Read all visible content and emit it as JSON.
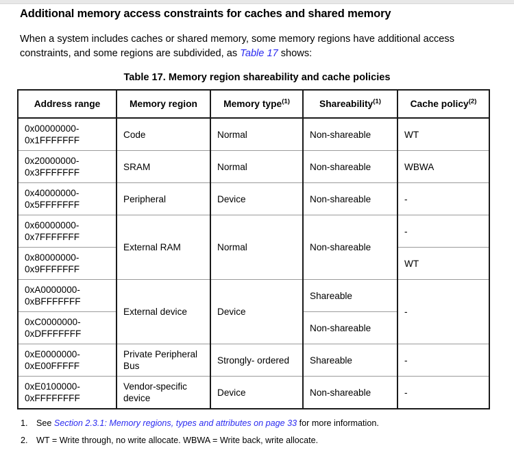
{
  "section": {
    "heading": "Additional memory access constraints for caches and shared memory",
    "paragraph_before_link": "When a system includes caches or shared memory, some memory regions have additional access constraints, and some regions are subdivided, as ",
    "paragraph_link": "Table 17",
    "paragraph_after_link": " shows:"
  },
  "table": {
    "caption": "Table 17. Memory region shareability and cache policies",
    "columns": [
      {
        "label": "Address range",
        "note": ""
      },
      {
        "label": "Memory region",
        "note": ""
      },
      {
        "label": "Memory type",
        "note": "(1)"
      },
      {
        "label": "Shareability",
        "note": "(1)"
      },
      {
        "label": "Cache policy",
        "note": "(2)"
      }
    ],
    "rows": [
      {
        "address": "0x00000000-\n0x1FFFFFFF",
        "region": "Code",
        "type": "Normal",
        "shareability": "Non-shareable",
        "cache": "WT"
      },
      {
        "address": "0x20000000-\n0x3FFFFFFF",
        "region": "SRAM",
        "type": "Normal",
        "shareability": "Non-shareable",
        "cache": "WBWA"
      },
      {
        "address": "0x40000000-\n0x5FFFFFFF",
        "region": "Peripheral",
        "type": "Device",
        "shareability": "Non-shareable",
        "cache": "-"
      },
      {
        "address": "0x60000000-\n0x7FFFFFFF",
        "region": "External RAM",
        "type": "Normal",
        "shareability": "Non-shareable",
        "cache": "-"
      },
      {
        "address": "0x80000000-\n0x9FFFFFFF",
        "cache": "WT"
      },
      {
        "address": "0xA0000000-\n0xBFFFFFFF",
        "region": "External device",
        "type": "Device",
        "shareability": "Shareable",
        "cache": "-"
      },
      {
        "address": "0xC0000000-\n0xDFFFFFFF",
        "shareability": "Non-shareable"
      },
      {
        "address": "0xE0000000-\n0xE00FFFFF",
        "region": "Private Peripheral Bus",
        "type": "Strongly- ordered",
        "shareability": "Shareable",
        "cache": "-"
      },
      {
        "address": "0xE0100000-\n0xFFFFFFFF",
        "region": "Vendor-specific device",
        "type": "Device",
        "shareability": "Non-shareable",
        "cache": "-"
      }
    ]
  },
  "footnotes": [
    {
      "number": "1.",
      "before_link": "See ",
      "link": "Section 2.3.1: Memory regions, types and attributes on page 33",
      "after_link": " for more information."
    },
    {
      "number": "2.",
      "before_link": "WT = Write through, no write allocate. WBWA = Write back, write allocate.",
      "link": "",
      "after_link": ""
    }
  ],
  "colors": {
    "link": "#2b2bf0",
    "border_strong": "#1a1a1a",
    "border_light": "#9a9a9a",
    "text": "#000000"
  }
}
